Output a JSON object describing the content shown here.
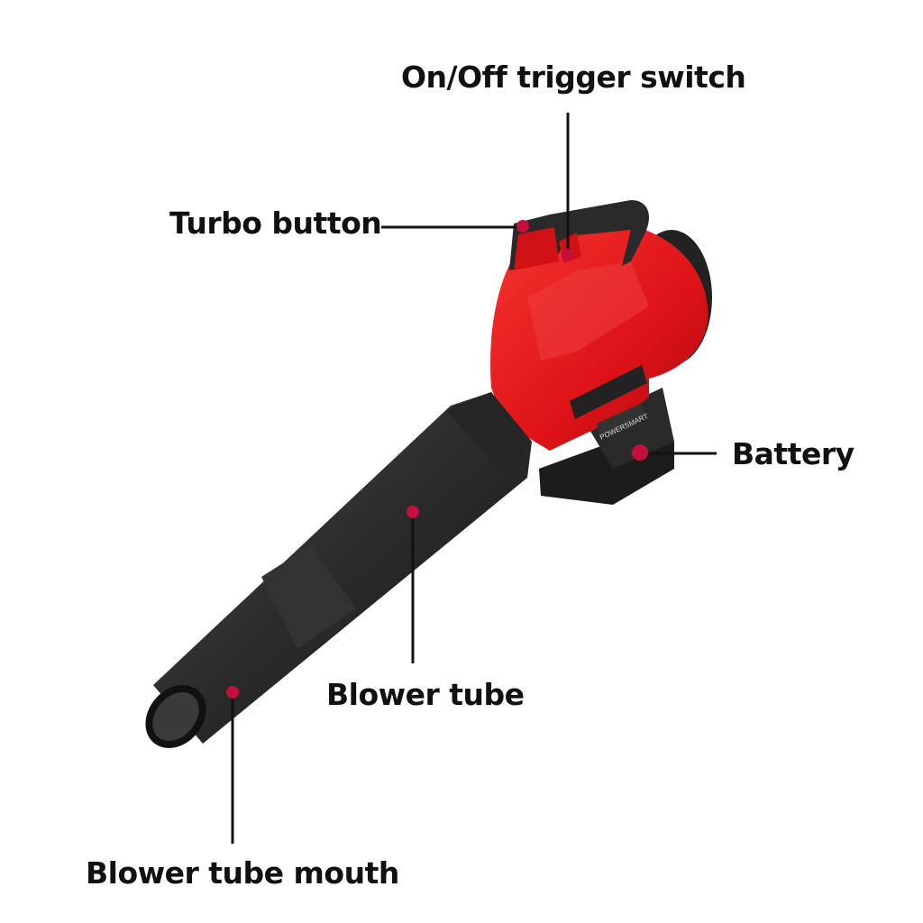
{
  "brand": "POWERSMART",
  "colors": {
    "marker": "#c20f3c",
    "body": "#e0141a",
    "tube": "#2a2a2a",
    "line": "#111111"
  },
  "callouts": [
    {
      "id": "trigger",
      "label": "On/Off trigger switch"
    },
    {
      "id": "turbo",
      "label": "Turbo button"
    },
    {
      "id": "battery",
      "label": "Battery"
    },
    {
      "id": "tube",
      "label": "Blower tube"
    },
    {
      "id": "mouth",
      "label": "Blower tube mouth"
    }
  ]
}
